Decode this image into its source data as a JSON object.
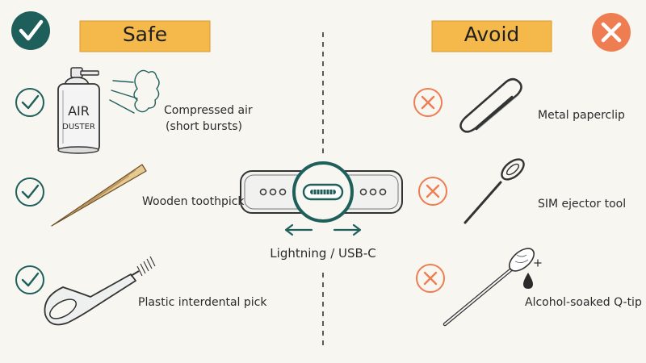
{
  "headers": {
    "safe": "Safe",
    "avoid": "Avoid"
  },
  "port_label": "Lightning / USB-C",
  "safe_items": [
    {
      "label_line1": "Compressed air",
      "label_line2": "(short bursts)",
      "can_text_1": "AIR",
      "can_text_2": "DUSTER"
    },
    {
      "label": "Wooden toothpick"
    },
    {
      "label": "Plastic interdental pick"
    }
  ],
  "avoid_items": [
    {
      "label": "Metal paperclip"
    },
    {
      "label": "SIM ejector tool"
    },
    {
      "label": "Alcohol-soaked Q-tip"
    }
  ],
  "colors": {
    "safe_accent": "#1f5f5b",
    "avoid_accent": "#ef7d52",
    "banner": "#f5b84a",
    "background": "#f7f6f1"
  }
}
